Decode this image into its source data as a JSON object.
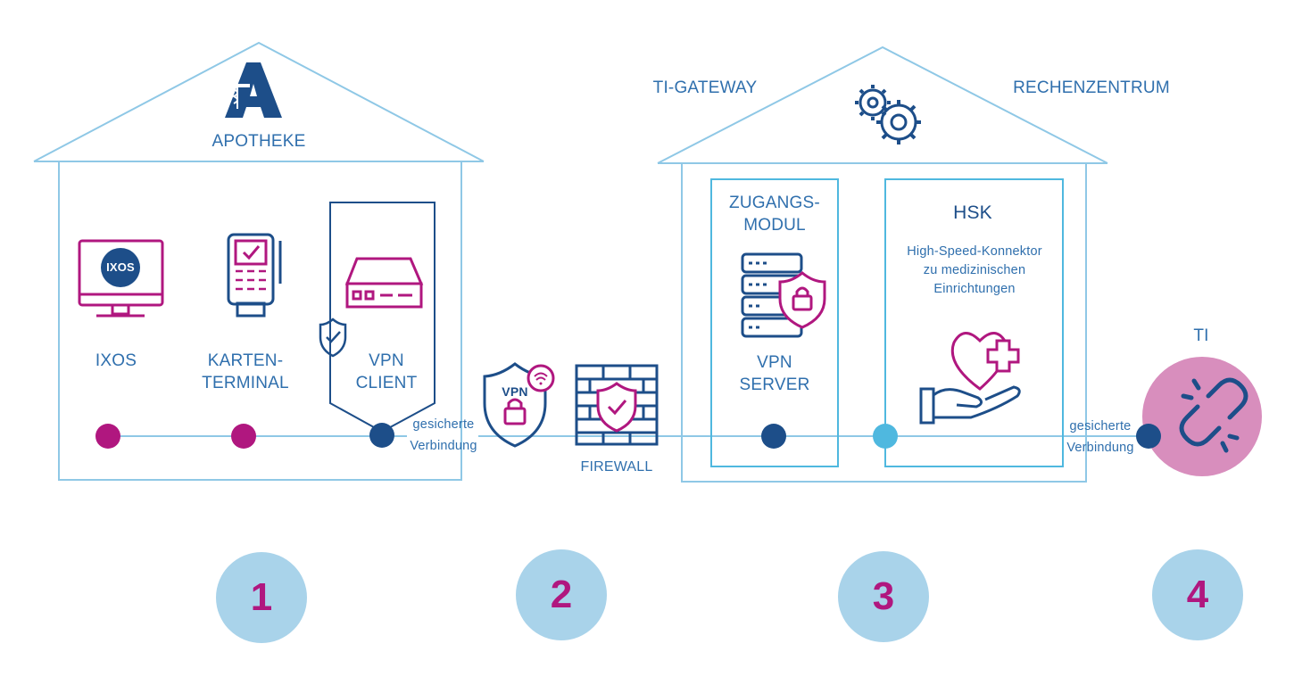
{
  "pharmacy": {
    "title": "APOTHEKE",
    "logo_icon": "pharmacy-a-logo-icon",
    "nodes": [
      {
        "id": "ixos",
        "label": "IXOS",
        "icon": "monitor-icon",
        "monitor_text": "IXOS"
      },
      {
        "id": "card-terminal",
        "label_lines": [
          "KARTEN-",
          "TERMINAL"
        ],
        "icon": "card-terminal-icon"
      },
      {
        "id": "vpn-client",
        "label_lines": [
          "VPN",
          "CLIENT"
        ],
        "icon": "vpn-router-icon",
        "badge_icon": "shield-check-icon"
      }
    ]
  },
  "connection_left": {
    "lines": [
      "gesicherte",
      "Verbindung"
    ]
  },
  "vpn_shield": {
    "text": "VPN",
    "icon": "vpn-shield-lock-icon"
  },
  "firewall": {
    "label": "FIREWALL",
    "icon": "firewall-icon"
  },
  "gateway": {
    "left_title": "TI-GATEWAY",
    "right_title": "RECHENZENTRUM",
    "icon": "gears-icon",
    "access_module": {
      "title_lines": [
        "ZUGANGS-",
        "MODUL"
      ],
      "label_lines": [
        "VPN",
        "SERVER"
      ],
      "icon": "server-lock-icon"
    },
    "hsk": {
      "title": "HSK",
      "description_lines": [
        "High-Speed-Konnektor",
        "zu medizinischen",
        "Einrichtungen"
      ],
      "icon": "heart-hand-icon"
    }
  },
  "connection_right": {
    "lines": [
      "gesicherte",
      "Verbindung"
    ]
  },
  "ti": {
    "label": "TI",
    "icon": "broken-chain-icon"
  },
  "steps": [
    "1",
    "2",
    "3",
    "4"
  ],
  "colors": {
    "light_line": "#8fc8e6",
    "magenta": "#b0177f",
    "navy": "#1d4e89",
    "cyan_dot": "#4fb8df",
    "step_bg": "#a9d3ea",
    "ti_bg": "#d88ebd"
  }
}
